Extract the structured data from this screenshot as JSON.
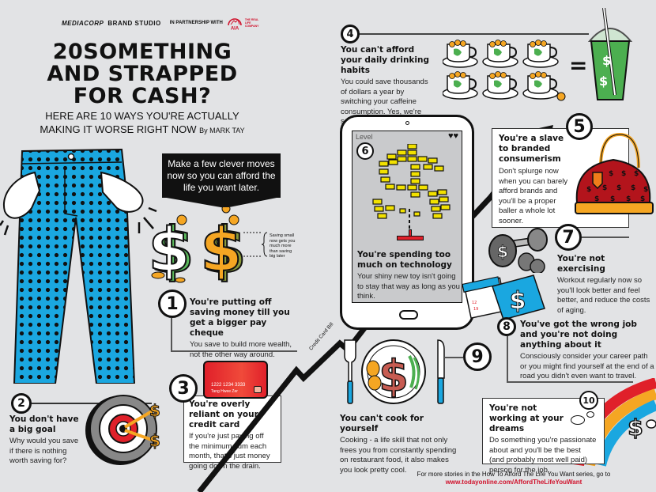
{
  "header": {
    "mediacorp": "MEDIACORP",
    "brand_studio": "BRAND STUDIO",
    "partnership": "IN PARTNERSHIP WITH",
    "aia_logo": "AIA",
    "aia_tagline": "THE REAL LIFE COMPANY"
  },
  "title": {
    "line1": "20SOMETHING",
    "line2": "AND STRAPPED",
    "line3": "FOR CASH?",
    "subtitle1": "HERE ARE 10 WAYS YOU'RE ACTUALLY",
    "subtitle2": "MAKING IT WORSE RIGHT NOW",
    "byline": "By MARK TAY"
  },
  "callout": {
    "text": "Make a few clever moves now so you can afford the life you want later.",
    "side_note": "Saving small now gets you much more than saving big later"
  },
  "items": [
    {
      "num": "1",
      "title": "You're putting off saving money till you get a bigger pay cheque",
      "body": "You save to build more wealth, not the other way around."
    },
    {
      "num": "2",
      "title": "You don't have a big goal",
      "body": "Why would you save if there is nothing worth saving for?"
    },
    {
      "num": "3",
      "title": "You're overly reliant on your credit card",
      "body": "If you're just paying off the minimum sum each month, that's just money going down the drain."
    },
    {
      "num": "4",
      "title": "You can't afford your daily drinking habits",
      "body": "You could save thousands of dollars a year by switching your caffeine consumption. Yes, we're serious."
    },
    {
      "num": "5",
      "title": "You're a slave to branded consumerism",
      "body": "Don't splurge now when you can barely afford brands and you'll be a proper baller a whole lot sooner."
    },
    {
      "num": "6",
      "title": "You're spending too much on technology",
      "body": "Your shiny new toy isn't going to stay that way as long as you think."
    },
    {
      "num": "7",
      "title": "You're not exercising",
      "body": "Workout regularly now so you'll look better and feel better, and reduce the costs of aging."
    },
    {
      "num": "8",
      "title": "You've got the wrong job and you're not doing anything about it",
      "body": "Consciously consider your career path or you might find yourself at the end of a road you didn't even want to travel."
    },
    {
      "num": "9",
      "title": "You can't cook for yourself",
      "body": "Cooking - a life skill that not only frees you from constantly spending on restaurant food, it also makes you look pretty cool."
    },
    {
      "num": "10",
      "title": "You're not working at your dreams",
      "body": "Do something you're passionate about and you'll be the best (and probably most well paid) person for the job."
    }
  ],
  "credit_card": {
    "number": "1222 1234 3333",
    "holder": "Tang Hwee Zer"
  },
  "tablet": {
    "level_label": "Level",
    "lives": "♥♥"
  },
  "graph_label": "Credit Card Bill",
  "footer": {
    "line1": "For more stories in the How To Afford The Life You Want series, go to",
    "url": "www.todayonline.com/AffordTheLifeYouWant"
  },
  "colors": {
    "background": "#e2e3e5",
    "jeans": "#1aa7e0",
    "money_green": "#5bb85c",
    "coin": "#f5a623",
    "red": "#e0202a",
    "bag": "#b3141c",
    "brick": "#f2e100",
    "link_red": "#d0112b"
  }
}
